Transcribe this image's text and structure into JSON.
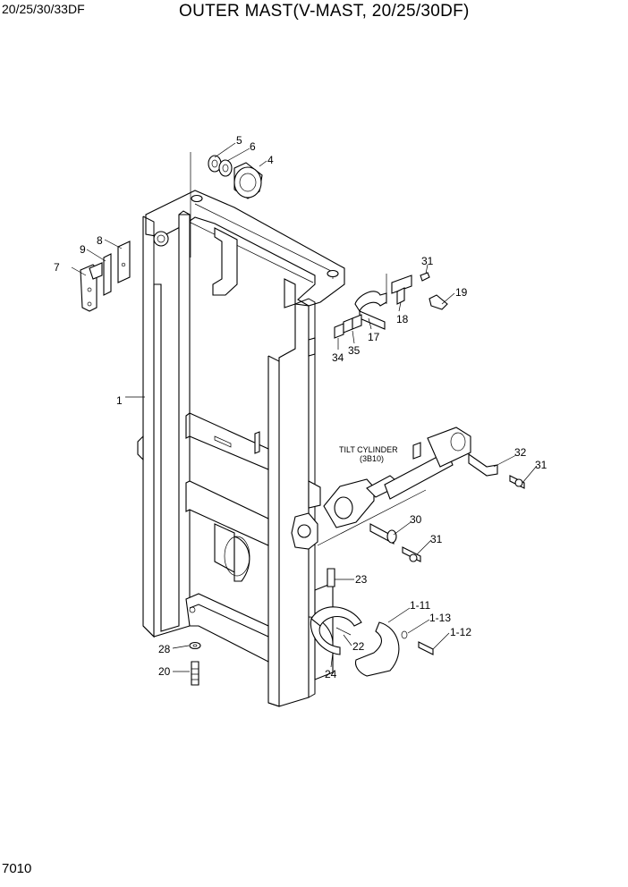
{
  "header": {
    "model": "20/25/30/33DF",
    "title": "OUTER MAST(V-MAST, 20/25/30DF)"
  },
  "footer": {
    "page_number": "7010"
  },
  "callouts": {
    "tilt_cylinder": "TILT CYLINDER",
    "tilt_cylinder_ref": "(3B10)"
  },
  "parts": [
    {
      "id": "p1",
      "label": "1"
    },
    {
      "id": "p4",
      "label": "4"
    },
    {
      "id": "p5",
      "label": "5"
    },
    {
      "id": "p6",
      "label": "6"
    },
    {
      "id": "p7",
      "label": "7"
    },
    {
      "id": "p8",
      "label": "8"
    },
    {
      "id": "p9",
      "label": "9"
    },
    {
      "id": "p17",
      "label": "17"
    },
    {
      "id": "p18",
      "label": "18"
    },
    {
      "id": "p19",
      "label": "19"
    },
    {
      "id": "p20",
      "label": "20"
    },
    {
      "id": "p22",
      "label": "22"
    },
    {
      "id": "p23",
      "label": "23"
    },
    {
      "id": "p24",
      "label": "24"
    },
    {
      "id": "p28",
      "label": "28"
    },
    {
      "id": "p30",
      "label": "30"
    },
    {
      "id": "p31a",
      "label": "31"
    },
    {
      "id": "p31b",
      "label": "31"
    },
    {
      "id": "p31c",
      "label": "31"
    },
    {
      "id": "p32",
      "label": "32"
    },
    {
      "id": "p34",
      "label": "34"
    },
    {
      "id": "p35",
      "label": "35"
    },
    {
      "id": "p1_11",
      "label": "1-11"
    },
    {
      "id": "p1_12",
      "label": "1-12"
    },
    {
      "id": "p1_13",
      "label": "1-13"
    }
  ]
}
